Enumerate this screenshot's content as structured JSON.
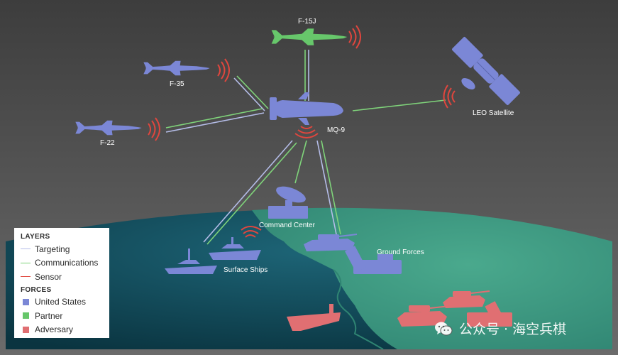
{
  "diagram": {
    "nodes": {
      "f15j": "F-15J",
      "f35": "F-35",
      "f22": "F-22",
      "mq9": "MQ-9",
      "leo": "LEO Satellite",
      "command": "Command Center",
      "ground": "Ground Forces",
      "ships": "Surface Ships"
    }
  },
  "legend": {
    "layers_title": "LAYERS",
    "layers": [
      {
        "label": "Targeting",
        "color": "#b5bde8"
      },
      {
        "label": "Communications",
        "color": "#7fd37a"
      },
      {
        "label": "Sensor",
        "color": "#e0463e"
      }
    ],
    "forces_title": "FORCES",
    "forces": [
      {
        "label": "United States",
        "color": "#7b87d6"
      },
      {
        "label": "Partner",
        "color": "#67c76b"
      },
      {
        "label": "Adversary",
        "color": "#e06f72"
      }
    ]
  },
  "colors": {
    "us": "#7b87d6",
    "partner": "#67c76b",
    "adversary": "#e06f72",
    "sky": "#555555",
    "ocean": "#0f4a5a",
    "land": "#3f9a83"
  },
  "watermark": {
    "icon": "wechat-icon",
    "text": "公众号 · 海空兵棋"
  }
}
